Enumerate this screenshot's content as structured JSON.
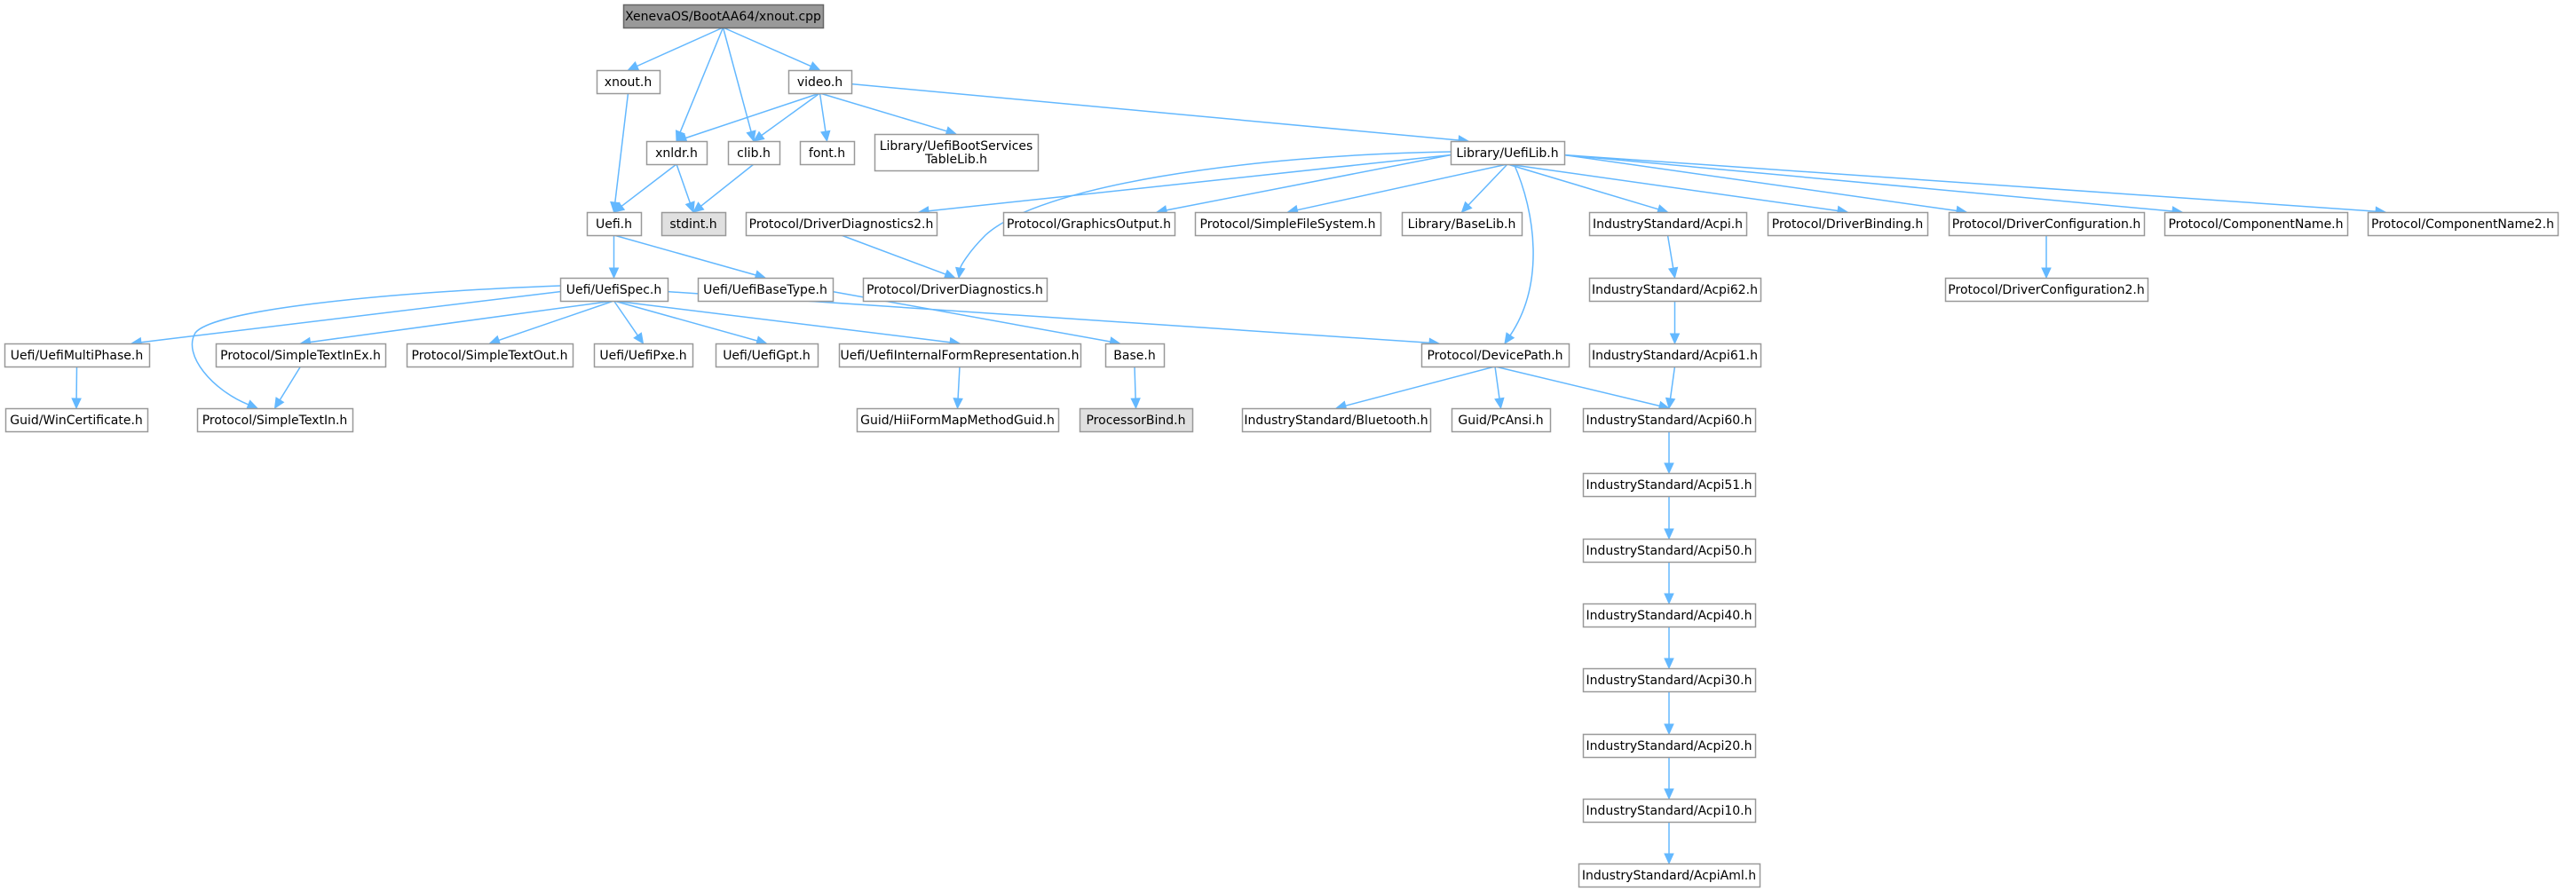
{
  "title": "XenevaOS/BootAA64/xnout.cpp include dependency graph",
  "colors": {
    "edge": "#63b8ff",
    "root_fill": "#999999",
    "node_fill": "#ffffff",
    "external_fill": "#e0e0e0",
    "node_border": "#999999"
  },
  "nodes": [
    {
      "id": "root",
      "label": "XenevaOS/BootAA64/xnout.cpp",
      "kind": "root"
    },
    {
      "id": "xnout_h",
      "label": "xnout.h",
      "kind": "normal"
    },
    {
      "id": "video_h",
      "label": "video.h",
      "kind": "normal"
    },
    {
      "id": "xnldr_h",
      "label": "xnldr.h",
      "kind": "normal"
    },
    {
      "id": "clib_h",
      "label": "clib.h",
      "kind": "normal"
    },
    {
      "id": "font_h",
      "label": "font.h",
      "kind": "normal"
    },
    {
      "id": "bootservices",
      "label": "Library/UefiBootServices\nTableLib.h",
      "kind": "normal"
    },
    {
      "id": "uefilib",
      "label": "Library/UefiLib.h",
      "kind": "normal"
    },
    {
      "id": "uefi_h",
      "label": "Uefi.h",
      "kind": "normal"
    },
    {
      "id": "stdint_h",
      "label": "stdint.h",
      "kind": "external"
    },
    {
      "id": "drvdiag2",
      "label": "Protocol/DriverDiagnostics2.h",
      "kind": "normal"
    },
    {
      "id": "gfxout",
      "label": "Protocol/GraphicsOutput.h",
      "kind": "normal"
    },
    {
      "id": "sfs",
      "label": "Protocol/SimpleFileSystem.h",
      "kind": "normal"
    },
    {
      "id": "baselib",
      "label": "Library/BaseLib.h",
      "kind": "normal"
    },
    {
      "id": "acpi",
      "label": "IndustryStandard/Acpi.h",
      "kind": "normal"
    },
    {
      "id": "drvbind",
      "label": "Protocol/DriverBinding.h",
      "kind": "normal"
    },
    {
      "id": "drvconf",
      "label": "Protocol/DriverConfiguration.h",
      "kind": "normal"
    },
    {
      "id": "compname",
      "label": "Protocol/ComponentName.h",
      "kind": "normal"
    },
    {
      "id": "compname2",
      "label": "Protocol/ComponentName2.h",
      "kind": "normal"
    },
    {
      "id": "uefispec",
      "label": "Uefi/UefiSpec.h",
      "kind": "normal"
    },
    {
      "id": "uefibasetype",
      "label": "Uefi/UefiBaseType.h",
      "kind": "normal"
    },
    {
      "id": "drvdiag",
      "label": "Protocol/DriverDiagnostics.h",
      "kind": "normal"
    },
    {
      "id": "acpi62",
      "label": "IndustryStandard/Acpi62.h",
      "kind": "normal"
    },
    {
      "id": "drvconf2",
      "label": "Protocol/DriverConfiguration2.h",
      "kind": "normal"
    },
    {
      "id": "multiphase",
      "label": "Uefi/UefiMultiPhase.h",
      "kind": "normal"
    },
    {
      "id": "stiex",
      "label": "Protocol/SimpleTextInEx.h",
      "kind": "normal"
    },
    {
      "id": "sto",
      "label": "Protocol/SimpleTextOut.h",
      "kind": "normal"
    },
    {
      "id": "pxe",
      "label": "Uefi/UefiPxe.h",
      "kind": "normal"
    },
    {
      "id": "gpt",
      "label": "Uefi/UefiGpt.h",
      "kind": "normal"
    },
    {
      "id": "ifr",
      "label": "Uefi/UefiInternalFormRepresentation.h",
      "kind": "normal"
    },
    {
      "id": "base_h",
      "label": "Base.h",
      "kind": "normal"
    },
    {
      "id": "devpath",
      "label": "Protocol/DevicePath.h",
      "kind": "normal"
    },
    {
      "id": "acpi61",
      "label": "IndustryStandard/Acpi61.h",
      "kind": "normal"
    },
    {
      "id": "wincert",
      "label": "Guid/WinCertificate.h",
      "kind": "normal"
    },
    {
      "id": "sti",
      "label": "Protocol/SimpleTextIn.h",
      "kind": "normal"
    },
    {
      "id": "hiiform",
      "label": "Guid/HiiFormMapMethodGuid.h",
      "kind": "normal"
    },
    {
      "id": "procbind",
      "label": "ProcessorBind.h",
      "kind": "external"
    },
    {
      "id": "bluetooth",
      "label": "IndustryStandard/Bluetooth.h",
      "kind": "normal"
    },
    {
      "id": "pcansi",
      "label": "Guid/PcAnsi.h",
      "kind": "normal"
    },
    {
      "id": "acpi60",
      "label": "IndustryStandard/Acpi60.h",
      "kind": "normal"
    },
    {
      "id": "acpi51",
      "label": "IndustryStandard/Acpi51.h",
      "kind": "normal"
    },
    {
      "id": "acpi50",
      "label": "IndustryStandard/Acpi50.h",
      "kind": "normal"
    },
    {
      "id": "acpi40",
      "label": "IndustryStandard/Acpi40.h",
      "kind": "normal"
    },
    {
      "id": "acpi30",
      "label": "IndustryStandard/Acpi30.h",
      "kind": "normal"
    },
    {
      "id": "acpi20",
      "label": "IndustryStandard/Acpi20.h",
      "kind": "normal"
    },
    {
      "id": "acpi10",
      "label": "IndustryStandard/Acpi10.h",
      "kind": "normal"
    },
    {
      "id": "acpiaml",
      "label": "IndustryStandard/AcpiAml.h",
      "kind": "normal"
    }
  ],
  "edges": [
    [
      "root",
      "xnout_h"
    ],
    [
      "root",
      "xnldr_h"
    ],
    [
      "root",
      "clib_h"
    ],
    [
      "root",
      "video_h"
    ],
    [
      "xnout_h",
      "uefi_h"
    ],
    [
      "video_h",
      "xnldr_h"
    ],
    [
      "video_h",
      "clib_h"
    ],
    [
      "video_h",
      "font_h"
    ],
    [
      "video_h",
      "bootservices"
    ],
    [
      "video_h",
      "uefilib"
    ],
    [
      "xnldr_h",
      "uefi_h"
    ],
    [
      "xnldr_h",
      "stdint_h"
    ],
    [
      "clib_h",
      "stdint_h"
    ],
    [
      "uefilib",
      "drvdiag2"
    ],
    [
      "uefilib",
      "drvdiag"
    ],
    [
      "uefilib",
      "gfxout"
    ],
    [
      "uefilib",
      "sfs"
    ],
    [
      "uefilib",
      "baselib"
    ],
    [
      "uefilib",
      "devpath"
    ],
    [
      "uefilib",
      "acpi"
    ],
    [
      "uefilib",
      "drvbind"
    ],
    [
      "uefilib",
      "drvconf"
    ],
    [
      "uefilib",
      "compname"
    ],
    [
      "uefilib",
      "compname2"
    ],
    [
      "uefi_h",
      "uefispec"
    ],
    [
      "uefi_h",
      "uefibasetype"
    ],
    [
      "drvdiag2",
      "drvdiag"
    ],
    [
      "drvconf",
      "drvconf2"
    ],
    [
      "acpi",
      "acpi62"
    ],
    [
      "acpi62",
      "acpi61"
    ],
    [
      "acpi61",
      "acpi60"
    ],
    [
      "uefispec",
      "multiphase"
    ],
    [
      "uefispec",
      "sti"
    ],
    [
      "uefispec",
      "stiex"
    ],
    [
      "uefispec",
      "sto"
    ],
    [
      "uefispec",
      "pxe"
    ],
    [
      "uefispec",
      "gpt"
    ],
    [
      "uefispec",
      "ifr"
    ],
    [
      "uefispec",
      "devpath"
    ],
    [
      "uefibasetype",
      "base_h"
    ],
    [
      "multiphase",
      "wincert"
    ],
    [
      "stiex",
      "sti"
    ],
    [
      "ifr",
      "hiiform"
    ],
    [
      "base_h",
      "procbind"
    ],
    [
      "devpath",
      "bluetooth"
    ],
    [
      "devpath",
      "pcansi"
    ],
    [
      "devpath",
      "acpi60"
    ],
    [
      "acpi60",
      "acpi51"
    ],
    [
      "acpi51",
      "acpi50"
    ],
    [
      "acpi50",
      "acpi40"
    ],
    [
      "acpi40",
      "acpi30"
    ],
    [
      "acpi30",
      "acpi20"
    ],
    [
      "acpi20",
      "acpi10"
    ],
    [
      "acpi10",
      "acpiaml"
    ]
  ]
}
